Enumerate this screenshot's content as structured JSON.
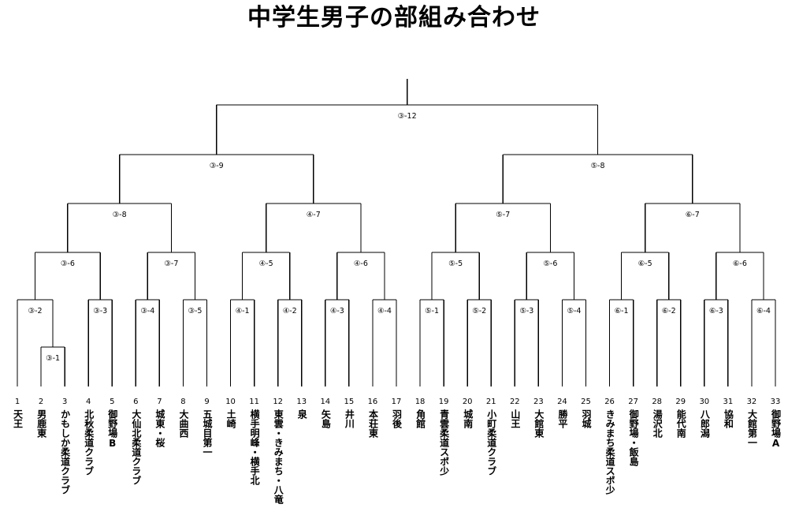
{
  "title": "中学生男子の部組み合わせ",
  "teams": [
    {
      "num": "1",
      "name": "天王"
    },
    {
      "num": "2",
      "name": "男鹿東"
    },
    {
      "num": "3",
      "name": "かもしか柔道クラブ"
    },
    {
      "num": "4",
      "name": "北秋柔道クラブ"
    },
    {
      "num": "5",
      "name": "御野場B"
    },
    {
      "num": "6",
      "name": "大仙北柔道クラブ"
    },
    {
      "num": "7",
      "name": "城東・桜"
    },
    {
      "num": "8",
      "name": "大曲西"
    },
    {
      "num": "9",
      "name": "五城目第一"
    },
    {
      "num": "10",
      "name": "土崎"
    },
    {
      "num": "11",
      "name": "横手明峰・横手北"
    },
    {
      "num": "12",
      "name": "東雲・きみまち・八竜"
    },
    {
      "num": "13",
      "name": "泉"
    },
    {
      "num": "14",
      "name": "矢島"
    },
    {
      "num": "15",
      "name": "井川"
    },
    {
      "num": "16",
      "name": "本荘東"
    },
    {
      "num": "17",
      "name": "羽後"
    },
    {
      "num": "18",
      "name": "角館"
    },
    {
      "num": "19",
      "name": "青雲柔道スポ少"
    },
    {
      "num": "20",
      "name": "城南"
    },
    {
      "num": "21",
      "name": "小町柔道クラブ"
    },
    {
      "num": "22",
      "name": "山王"
    },
    {
      "num": "23",
      "name": "大館東"
    },
    {
      "num": "24",
      "name": "勝平"
    },
    {
      "num": "25",
      "name": "羽城"
    },
    {
      "num": "26",
      "name": "きみまち柔道スポ少"
    },
    {
      "num": "27",
      "name": "御野場・飯島"
    },
    {
      "num": "28",
      "name": "湯沢北"
    },
    {
      "num": "29",
      "name": "能代南"
    },
    {
      "num": "30",
      "name": "八郎潟"
    },
    {
      "num": "31",
      "name": "協和"
    },
    {
      "num": "32",
      "name": "大館第一"
    },
    {
      "num": "33",
      "name": "御野場A"
    }
  ],
  "matches": [
    {
      "label": "③-1"
    },
    {
      "label": "③-2"
    },
    {
      "label": "③-3"
    },
    {
      "label": "③-4"
    },
    {
      "label": "③-5"
    },
    {
      "label": "④-1"
    },
    {
      "label": "④-2"
    },
    {
      "label": "④-3"
    },
    {
      "label": "④-4"
    },
    {
      "label": "⑤-1"
    },
    {
      "label": "⑤-2"
    },
    {
      "label": "⑤-3"
    },
    {
      "label": "⑤-4"
    },
    {
      "label": "⑥-1"
    },
    {
      "label": "⑥-2"
    },
    {
      "label": "⑥-3"
    },
    {
      "label": "⑥-4"
    },
    {
      "label": "③-6"
    },
    {
      "label": "③-7"
    },
    {
      "label": "④-5"
    },
    {
      "label": "④-6"
    },
    {
      "label": "⑤-5"
    },
    {
      "label": "⑤-6"
    },
    {
      "label": "⑥-5"
    },
    {
      "label": "⑥-6"
    },
    {
      "label": "③-8"
    },
    {
      "label": "④-7"
    },
    {
      "label": "⑤-7"
    },
    {
      "label": "⑥-7"
    },
    {
      "label": "③-9"
    },
    {
      "label": "⑤-8"
    },
    {
      "label": "③-12"
    }
  ]
}
